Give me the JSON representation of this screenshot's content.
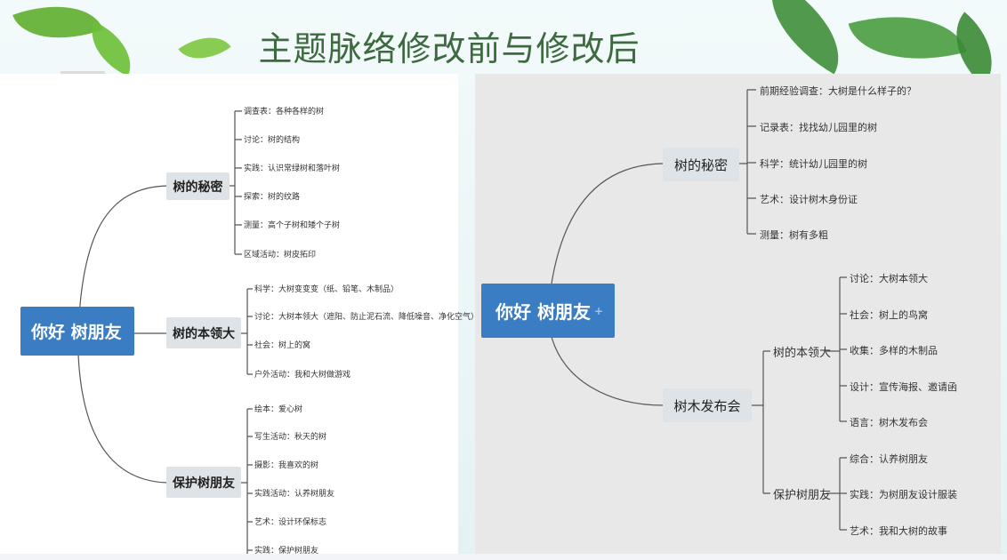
{
  "slide": {
    "title": "主题脉络修改前与修改后"
  },
  "left_map": {
    "root": "你好  树朋友",
    "branches": [
      {
        "label": "树的秘密",
        "items": [
          "调查表：各种各样的树",
          "讨论：树的结构",
          "实践：认识常绿树和落叶树",
          "探索：树的纹路",
          "测量：高个子树和矮个子树",
          "区域活动：树皮拓印"
        ]
      },
      {
        "label": "树的本领大",
        "items": [
          "科学：大树变变变（纸、铅笔、木制品）",
          "讨论：大树本领大（遮阳、防止泥石流、降低噪音、净化空气）",
          "社会：树上的窝",
          "户外活动：我和大树做游戏"
        ]
      },
      {
        "label": "保护树朋友",
        "items": [
          "绘本：爱心树",
          "写生活动：秋天的树",
          "摄影：我喜欢的树",
          "实践活动：认养树朋友",
          "艺术：设计环保标志",
          "实践：保护树朋友"
        ]
      }
    ]
  },
  "right_map": {
    "root": "你好 树朋友",
    "plus_mark": "+",
    "branches": [
      {
        "label": "树的秘密",
        "items": [
          "前期经验调查：大树是什么样子的？",
          "记录表：找找幼儿园里的树",
          "科学：统计幼儿园里的树",
          "艺术：设计树木身份证",
          "测量：树有多粗"
        ]
      },
      {
        "label": "树木发布会",
        "subbranches": [
          {
            "label": "树的本领大",
            "items": [
              "讨论：大树本领大",
              "社会：树上的鸟窝",
              "收集：多样的木制品",
              "设计：宣传海报、邀请函",
              "语言：树木发布会"
            ]
          },
          {
            "label": "保护树朋友",
            "items": [
              "综合：认养树朋友",
              "实践：为树朋友设计服装",
              "艺术：我和大树的故事"
            ]
          }
        ]
      }
    ]
  },
  "colors": {
    "title": "#3d6b3f",
    "root_fill": "#3a7dc2",
    "branch_fill": "#dde3e6",
    "line": "#555555",
    "leaf_green": "#5fae2e"
  }
}
